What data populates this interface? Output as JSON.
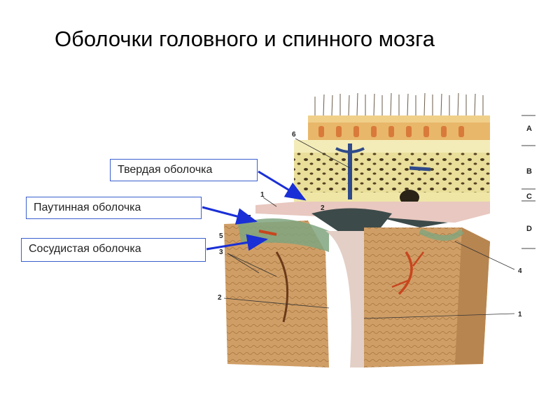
{
  "title": "Оболочки головного и спинного мозга",
  "callouts": {
    "dura": "Твердая оболочка",
    "arachnoid": "Паутинная оболочка",
    "pia": "Сосудистая оболочка"
  },
  "layer_letters": [
    "A",
    "B",
    "C",
    "D"
  ],
  "figure_numbers": [
    "6",
    "1",
    "2",
    "7",
    "5",
    "3",
    "2",
    "4",
    "1"
  ],
  "colors": {
    "arrow": "#1a2fd6",
    "callout_border": "#3a5fcf",
    "skin": "#e8b76a",
    "bone": "#e9df9a",
    "dura": "#e8c8c0",
    "cortex": "#c99a63",
    "vessel_blue": "#2e4a8a",
    "vessel_red": "#c8461e"
  }
}
